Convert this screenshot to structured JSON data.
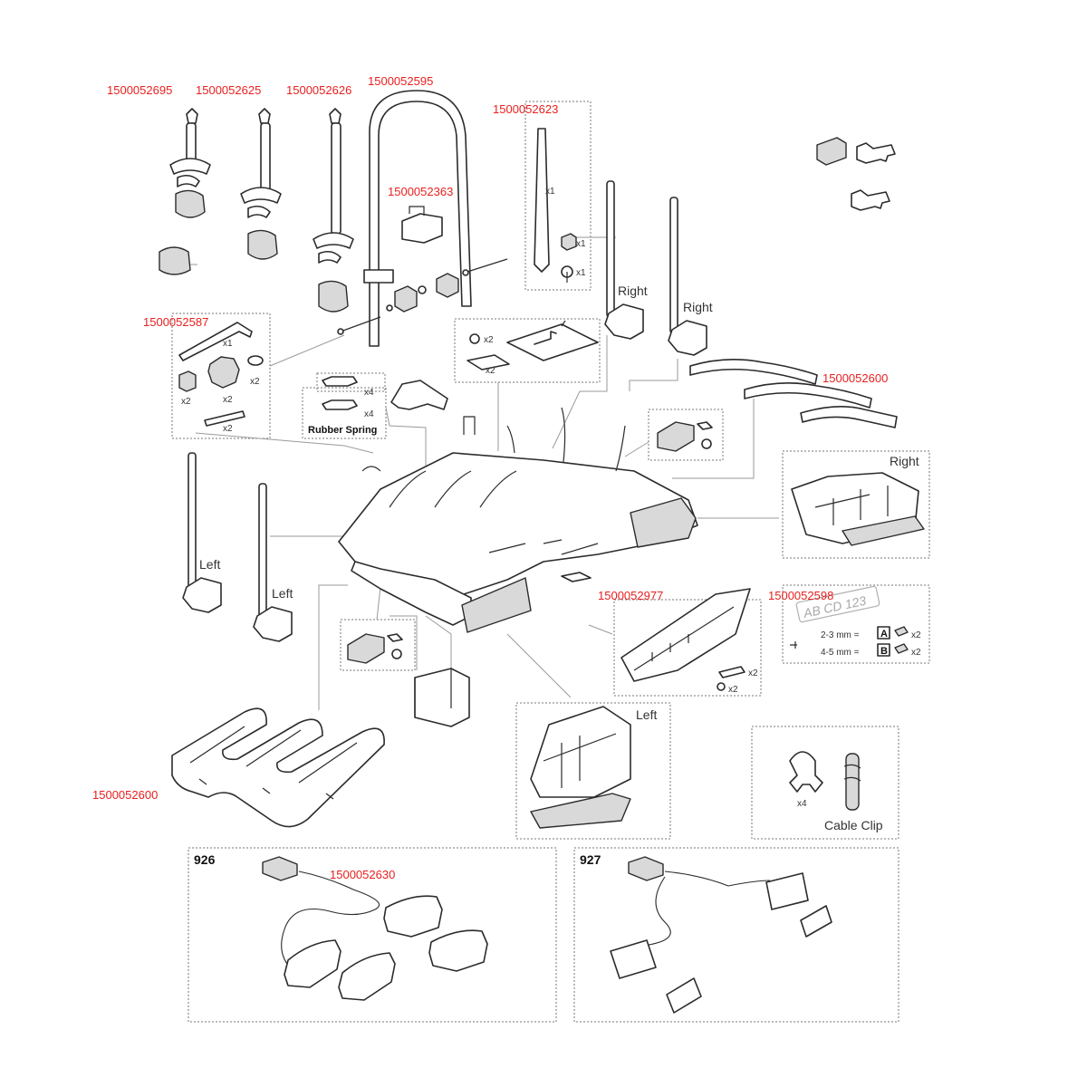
{
  "part_numbers": {
    "arm_short": "1500052695",
    "arm_medium": "1500052625",
    "arm_long": "1500052626",
    "frame": "1500052595",
    "strap": "1500052623",
    "clip": "1500052363",
    "tool_kit": "1500052587",
    "wheel_tray_right": "1500052600",
    "tail_light_cover": "1500052977",
    "plate_holder": "1500052598",
    "wheel_tray_bottom": "1500052600",
    "wiring": "1500052630"
  },
  "labels": {
    "right_1": "Right",
    "right_2": "Right",
    "right_lamp": "Right",
    "left_1": "Left",
    "left_2": "Left",
    "left_lamp": "Left",
    "rubber_spring": "Rubber Spring",
    "cable_clip": "Cable Clip",
    "kit_926": "926",
    "kit_927": "927",
    "plate_text": "AB CD 123",
    "spacer_a": "2-3 mm =",
    "spacer_b": "4-5 mm =",
    "letter_a": "A",
    "letter_b": "B"
  },
  "quantities": {
    "strap_x1": "x1",
    "strap_cap_x1": "x1",
    "strap_screw_x1": "x1",
    "wrench_x1": "x1",
    "knob_x2": "x2",
    "washer_x2": "x2",
    "spacer_x2": "x2",
    "bolt_x2": "x2",
    "plate_screw_x2": "x2",
    "plate_bracket_x2": "x2",
    "rubber_x4_a": "x4",
    "rubber_x4_b": "x4",
    "spacer_a_x2": "x2",
    "spacer_b_x2": "x2",
    "cover_bolt_x2": "x2",
    "cover_screw_x2": "x2",
    "cable_clip_x4": "x4"
  },
  "colors": {
    "part_number": "#e8201f",
    "line": "#2b2b2b",
    "dashed_box": "#777777"
  }
}
